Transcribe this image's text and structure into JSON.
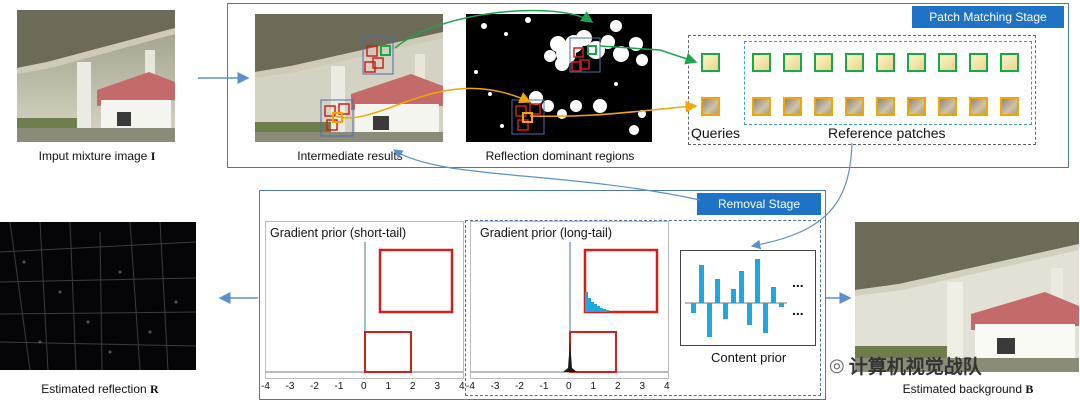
{
  "input_caption": "Imput mixture image",
  "input_symbol": "I",
  "intermediate_caption": "Intermediate results",
  "reflection_regions_caption": "Reflection dominant regions",
  "patch_matching_stage_title": "Patch Matching Stage",
  "queries_label": "Queries",
  "reference_patches_label": "Reference patches",
  "removal_stage_title": "Removal Stage",
  "short_tail_title": "Gradient prior (short-tail)",
  "long_tail_title": "Gradient prior (long-tail)",
  "content_prior_label": "Content prior",
  "ellipsis_top": "...",
  "ellipsis_bottom": "...",
  "estimated_reflection_caption": "Estimated reflection",
  "reflection_symbol": "R",
  "estimated_background_caption": "Estimated background",
  "background_symbol": "B",
  "watermark_text": "计算机视觉战队",
  "x_ticks": [
    "-4",
    "-3",
    "-2",
    "-1",
    "0",
    "1",
    "2",
    "3",
    "4"
  ],
  "colors": {
    "stage_blue": "#1f73c6",
    "query_green": "#1aa64a",
    "query_orange": "#f0a800",
    "highlight_red": "#d0201a",
    "bar_cyan": "#1ea8e0"
  }
}
